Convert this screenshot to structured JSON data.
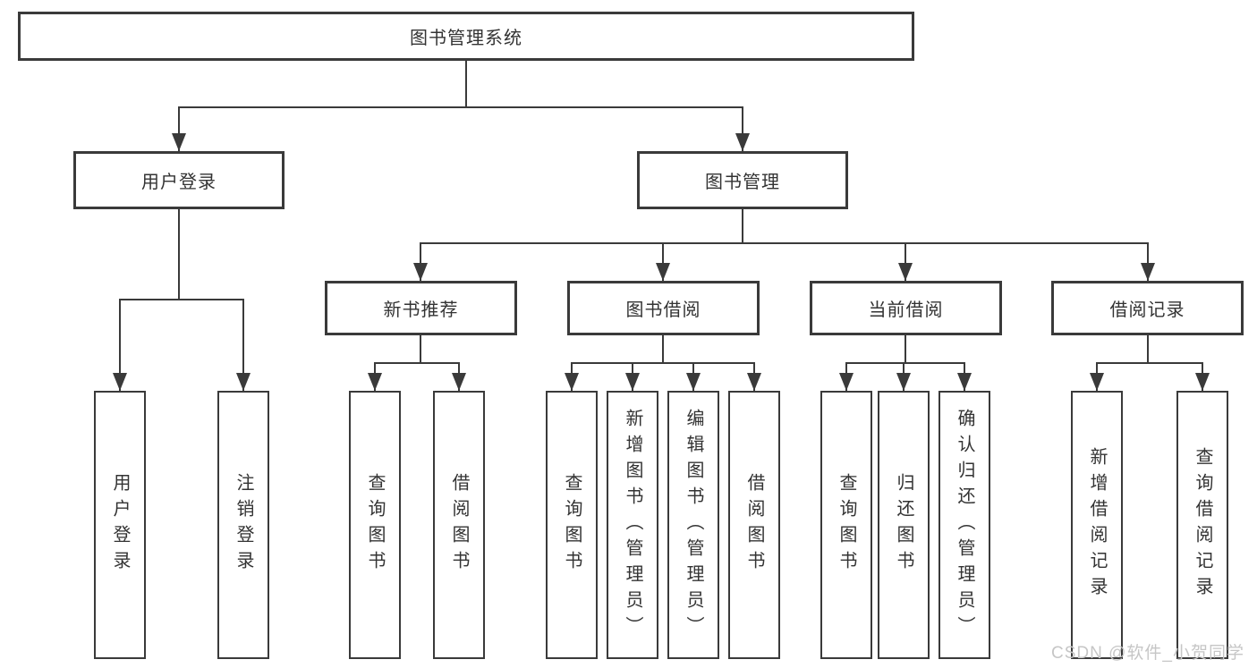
{
  "diagram": {
    "root": {
      "label": "图书管理系统"
    },
    "nodes": [
      {
        "label": "用户登录",
        "children": [
          {
            "label": "用户登录"
          },
          {
            "label": "注销登录"
          }
        ]
      },
      {
        "label": "图书管理",
        "children": [
          {
            "label": "新书推荐",
            "children": [
              {
                "label": "查询图书"
              },
              {
                "label": "借阅图书"
              }
            ]
          },
          {
            "label": "图书借阅",
            "children": [
              {
                "label": "查询图书"
              },
              {
                "label": "新增图书（管理员）"
              },
              {
                "label": "编辑图书（管理员）"
              },
              {
                "label": "借阅图书"
              }
            ]
          },
          {
            "label": "当前借阅",
            "children": [
              {
                "label": "查询图书"
              },
              {
                "label": "归还图书"
              },
              {
                "label": "确认归还（管理员）"
              }
            ]
          },
          {
            "label": "借阅记录",
            "children": [
              {
                "label": "新增借阅记录"
              },
              {
                "label": "查询借阅记录"
              }
            ]
          }
        ]
      }
    ]
  },
  "watermark": {
    "text": "CSDN @软件_小贺同学"
  },
  "colors": {
    "line": "#3a3a3a",
    "text": "#333333",
    "watermark": "#c6c6c6",
    "background": "#ffffff"
  }
}
